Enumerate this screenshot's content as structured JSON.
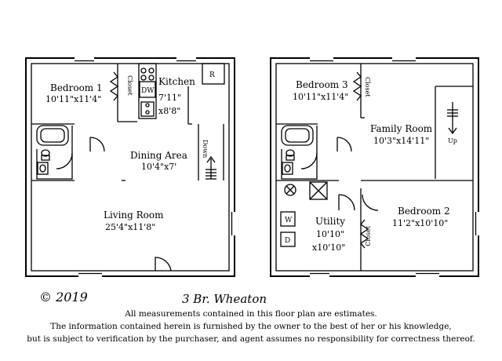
{
  "plans": {
    "first": {
      "bedroom1": {
        "name": "Bedroom 1",
        "dim": "10'11\"x11'4\""
      },
      "kitchen": {
        "name": "Kitchen",
        "dim1": "7'11\"",
        "dim2": "x8'8\""
      },
      "dining": {
        "name": "Dining Area",
        "dim": "10'4\"x7'"
      },
      "living": {
        "name": "Living Room",
        "dim": "25'4\"x11'8\""
      },
      "closet": "Closet",
      "dw": "DW",
      "refrigerator": "R",
      "stairs": "Down"
    },
    "second": {
      "bedroom3": {
        "name": "Bedroom 3",
        "dim": "10'11\"x11'4\""
      },
      "family": {
        "name": "Family Room",
        "dim": "10'3\"x14'11\""
      },
      "utility": {
        "name": "Utility",
        "dim1": "10'10\"",
        "dim2": "x10'10\""
      },
      "bedroom2": {
        "name": "Bedroom 2",
        "dim": "11'2\"x10'10\""
      },
      "closet_a": "Closet",
      "closet_b": "Closet",
      "washer": "W",
      "dryer": "D",
      "stairs": "Up"
    }
  },
  "footer": {
    "copyright": "© 2019",
    "title": "3 Br. Wheaton",
    "line1": "All measurements contained in this floor plan are estimates.",
    "line2": "The information contained herein is furnished by the owner to the best of her or his knowledge,",
    "line3": "but is subject to verification by the purchaser, and agent assumes no responsibility for correctness thereof."
  }
}
